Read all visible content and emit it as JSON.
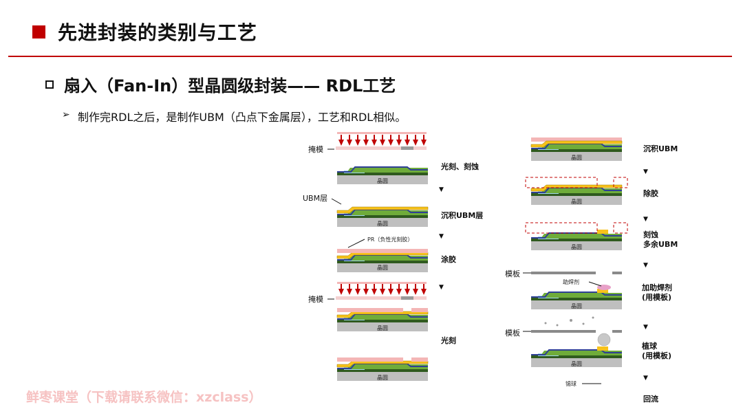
{
  "header": {
    "title": "先进封装的类别与工艺",
    "section_title": "扇入（Fan-In）型晶圆级封装—— RDL工艺",
    "bullet_arrow": "➢",
    "bullet_text": "制作完RDL之后，是制作UBM（凸点下金属层），工艺和RDL相似。"
  },
  "diagram": {
    "wafer_label": "晶圆",
    "left_labels": {
      "mask1": "掩模",
      "ubm_layer": "UBM层",
      "pr": "PR（负性光刻胶）",
      "mask2": "掩模"
    },
    "left_steps": [
      "光刻、刻蚀",
      "沉积UBM层",
      "涂胶",
      "光刻"
    ],
    "right_labels": {
      "stencil1": "模板",
      "flux": "助焊剂",
      "stencil2": "模板",
      "solder_ball": "锡球"
    },
    "right_steps": [
      "沉积UBM",
      "除胶",
      "刻蚀",
      "多余UBM",
      "加助焊剂",
      "(用模板)",
      "植球",
      "(用模板)",
      "回流"
    ],
    "arrow_glyph": "▼"
  },
  "footer": {
    "watermark": "鲜枣课堂（下载请联系微信：xzclass）"
  },
  "colors": {
    "accent": "#c00000",
    "wafer": "#bfbfbf",
    "green_layer": "#6fac3a",
    "dark_layer": "#2f5a1e",
    "ubm_yellow": "#f7c21b",
    "pr_pink": "#f4b6b6",
    "blue_rdl": "#2e3f95",
    "cyan_pad": "#9fd8ee",
    "mask_gray": "#999999",
    "watermark": "#f6c2c2"
  }
}
